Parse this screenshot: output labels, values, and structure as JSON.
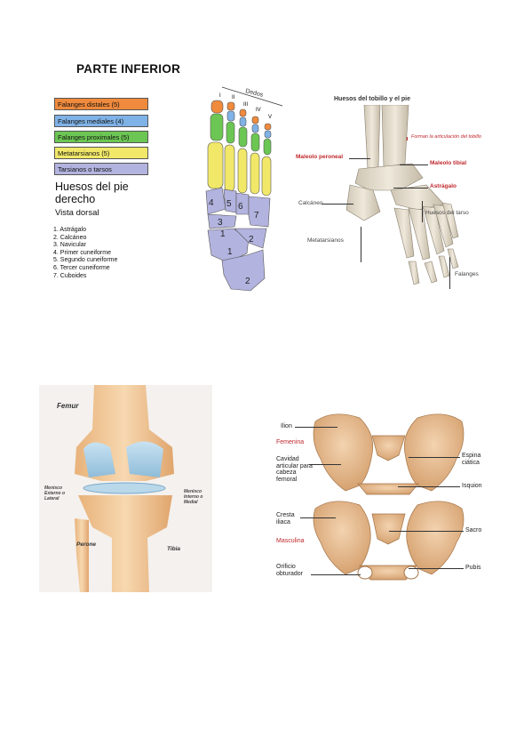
{
  "page": {
    "title": "PARTE INFERIOR"
  },
  "foot_dorsal": {
    "legend": [
      {
        "label": "Falanges distales (5)",
        "color": "#f08a3c"
      },
      {
        "label": "Falanges mediales (4)",
        "color": "#7fb2e6"
      },
      {
        "label": "Falanges proximales (5)",
        "color": "#6cc653"
      },
      {
        "label": "Metatarsianos (5)",
        "color": "#f1e86a"
      },
      {
        "label": "Tarsianos o tarsos",
        "color": "#b3b3e0"
      }
    ],
    "heading": "Huesos del pie derecho",
    "subheading": "Vista dorsal",
    "bones": [
      "1. Astrágalo",
      "2. Calcáneo",
      "3. Navicular",
      "4. Primer cuneiforme",
      "5. Segundo cuneiforme",
      "6. Tercer cuneiforme",
      "7. Cuboides"
    ],
    "toes_label": "Dedos",
    "roman": [
      "I",
      "II",
      "III",
      "IV",
      "V"
    ],
    "numbers": [
      "4",
      "5",
      "6",
      "3",
      "7",
      "1",
      "2",
      "1",
      "2"
    ]
  },
  "ankle_figure": {
    "title": "Huesos del tobillo y el pie",
    "legend": "Forman la articulación del tobillo",
    "labels": {
      "maleolo_peroneal": "Maleolo peroneal",
      "maleolo_tibial": "Maleolo tibial",
      "astragalo": "Astrágalo",
      "calcaneo": "Calcáneo",
      "huesos_tarso": "Huesos del tarso",
      "metatarsianos": "Metatarsianos",
      "falanges": "Falanges"
    },
    "accent_color": "#c0282d"
  },
  "knee_figure": {
    "labels": {
      "femur": "Femur",
      "menisco_externo": "Menisco Externo o Lateral",
      "menisco_interno": "Menisco Interno o Medial",
      "perone": "Perone",
      "tibia": "Tibia"
    }
  },
  "pelvis_figure": {
    "labels": {
      "ilion": "Ilion",
      "femenina": "Femenina",
      "cavidad": "Cavidad articular para cabeza femoral",
      "espina": "Espina ciática",
      "isquion": "Isquion",
      "cresta": "Cresta iliaca",
      "masculina": "Masculina",
      "sacro": "Sacro",
      "orificio": "Orificio obturador",
      "pubis": "Pubis"
    },
    "accent_color": "#c0282d"
  }
}
